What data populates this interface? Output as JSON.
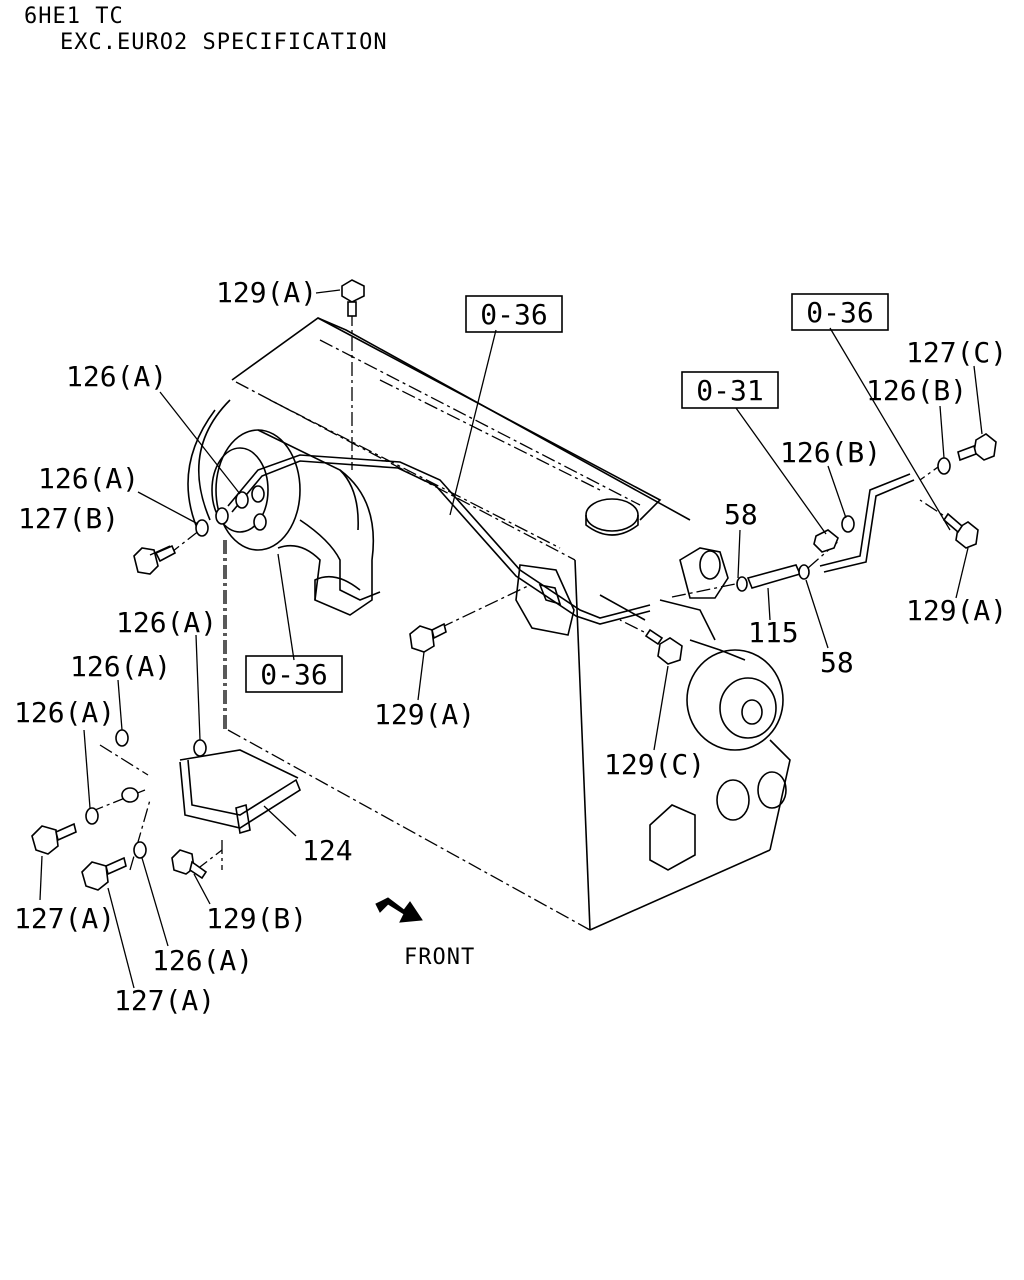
{
  "header": {
    "model": "6HE1 TC",
    "spec": "EXC.EURO2 SPECIFICATION"
  },
  "references": {
    "ref_top_center": "0-36",
    "ref_top_right": "0-36",
    "ref_mid_right": "0-31",
    "ref_lower_left": "0-36"
  },
  "labels": {
    "bolt_129a_top": "129(A)",
    "washer_126a_upper": "126(A)",
    "washer_126a_left": "126(A)",
    "bolt_127b": "127(B)",
    "washer_126a_mid1": "126(A)",
    "washer_126a_mid2": "126(A)",
    "washer_126a_mid3": "126(A)",
    "bolt_127a_left": "127(A)",
    "washer_126a_bottom": "126(A)",
    "bolt_127a_bottom": "127(A)",
    "bolt_129b": "129(B)",
    "bracket_124": "124",
    "bolt_129a_center": "129(A)",
    "bolt_129c_center": "129(C)",
    "clip_58_upper": "58",
    "hose_115": "115",
    "clip_58_lower": "58",
    "washer_126b_mid": "126(B)",
    "washer_126b_right": "126(B)",
    "bolt_127c": "127(C)",
    "bolt_129a_right": "129(A)"
  },
  "front_label": "FRONT"
}
